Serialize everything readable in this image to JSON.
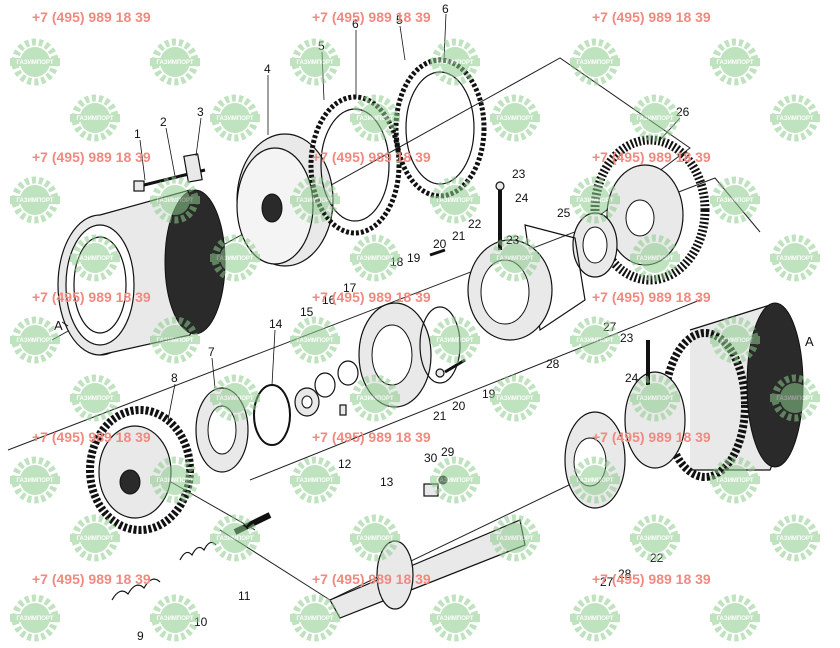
{
  "diagram": {
    "part_labels": [
      {
        "id": "l1",
        "text": "1"
      },
      {
        "id": "l2",
        "text": "2"
      },
      {
        "id": "l3",
        "text": "3"
      },
      {
        "id": "l4",
        "text": "4"
      },
      {
        "id": "l5",
        "text": "5"
      },
      {
        "id": "l6a",
        "text": "6"
      },
      {
        "id": "l5b",
        "text": "5"
      },
      {
        "id": "l6b",
        "text": "6"
      },
      {
        "id": "l26",
        "text": "26"
      },
      {
        "id": "l23a",
        "text": "23"
      },
      {
        "id": "l24a",
        "text": "24"
      },
      {
        "id": "l25",
        "text": "25"
      },
      {
        "id": "l22a",
        "text": "22"
      },
      {
        "id": "l23b",
        "text": "23"
      },
      {
        "id": "l21a",
        "text": "21"
      },
      {
        "id": "l20a",
        "text": "20"
      },
      {
        "id": "l19a",
        "text": "19"
      },
      {
        "id": "l18",
        "text": "18"
      },
      {
        "id": "l17",
        "text": "17"
      },
      {
        "id": "l16",
        "text": "16"
      },
      {
        "id": "l15",
        "text": "15"
      },
      {
        "id": "l14",
        "text": "14"
      },
      {
        "id": "l7",
        "text": "7"
      },
      {
        "id": "l8",
        "text": "8"
      },
      {
        "id": "lA1",
        "text": "A"
      },
      {
        "id": "l12",
        "text": "12"
      },
      {
        "id": "l21b",
        "text": "21"
      },
      {
        "id": "l20b",
        "text": "20"
      },
      {
        "id": "l19b",
        "text": "19"
      },
      {
        "id": "l28a",
        "text": "28"
      },
      {
        "id": "l27a",
        "text": "27"
      },
      {
        "id": "l23c",
        "text": "23"
      },
      {
        "id": "l24b",
        "text": "24"
      },
      {
        "id": "lA2",
        "text": "A"
      },
      {
        "id": "l30",
        "text": "30"
      },
      {
        "id": "l29",
        "text": "29"
      },
      {
        "id": "l13",
        "text": "13"
      },
      {
        "id": "l11",
        "text": "11"
      },
      {
        "id": "l10",
        "text": "10"
      },
      {
        "id": "l9",
        "text": "9"
      },
      {
        "id": "l27b",
        "text": "27"
      },
      {
        "id": "l28b",
        "text": "28"
      },
      {
        "id": "l22b",
        "text": "22"
      }
    ]
  },
  "watermark": {
    "phone": "+7 (495) 989 18 39",
    "brand": "ГАЗИМПОРТ",
    "color": "#f08a80",
    "logo_color": "#8ccc8c"
  }
}
